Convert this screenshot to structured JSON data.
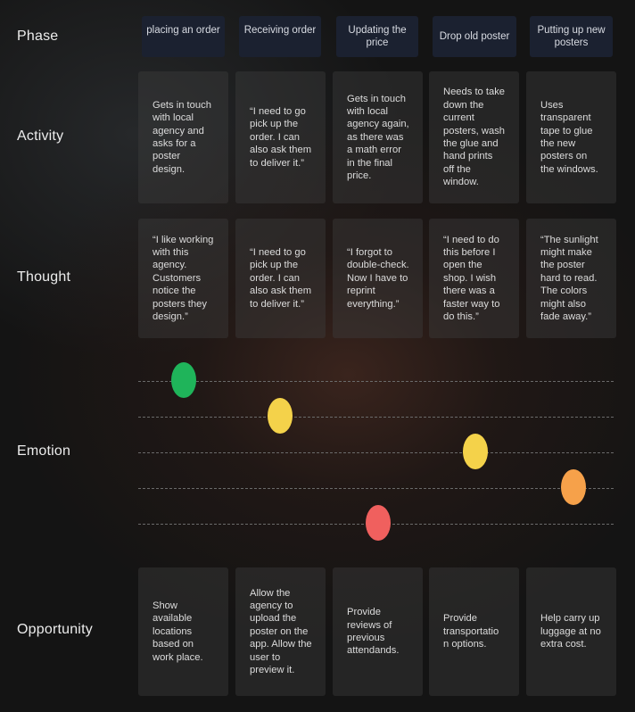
{
  "labels": {
    "phase": "Phase",
    "activity": "Activity",
    "thought": "Thought",
    "emotion": "Emotion",
    "opportunity": "Opportunity"
  },
  "phases": [
    "placing an order",
    "Receiving order",
    "Updating the price",
    "Drop old poster",
    "Putting up new posters"
  ],
  "activities": [
    "Gets in touch with local agency and asks for a poster design.",
    "“I need to go pick up the order. I can also ask them to deliver it.”",
    "Gets in touch with local agency again, as there was a math error in the final price.",
    "Needs to take down the current posters, wash the glue and hand prints off the window.",
    "Uses transparent tape to glue the new posters on the windows."
  ],
  "thoughts": [
    "“I like working with this agency. Customers notice the posters they design.”",
    "“I need to go pick up the order. I can also ask them to deliver it.”",
    "“I forgot to double-check. Now I have to reprint everything.”",
    "“I need to do this before I open the shop. I wish there was a faster way to do this.”",
    "“The sunlight might make the poster hard to read. The colors might also fade away.”"
  ],
  "emotion": {
    "levels": 5,
    "points": [
      {
        "phase": 1,
        "level": 5,
        "color": "#1fb45a"
      },
      {
        "phase": 2,
        "level": 4,
        "color": "#f4d24a"
      },
      {
        "phase": 3,
        "level": 1,
        "color": "#f0605e"
      },
      {
        "phase": 4,
        "level": 3,
        "color": "#f4d24a"
      },
      {
        "phase": 5,
        "level": 2,
        "color": "#f6a14a"
      }
    ]
  },
  "opportunities": [
    "Show available locations based on work place.",
    "Allow the agency to upload the poster on the app. Allow the user to preview it.",
    "Provide reviews of previous attendands.",
    "Provide transportatio n options.",
    "Help carry up luggage at no extra cost."
  ]
}
